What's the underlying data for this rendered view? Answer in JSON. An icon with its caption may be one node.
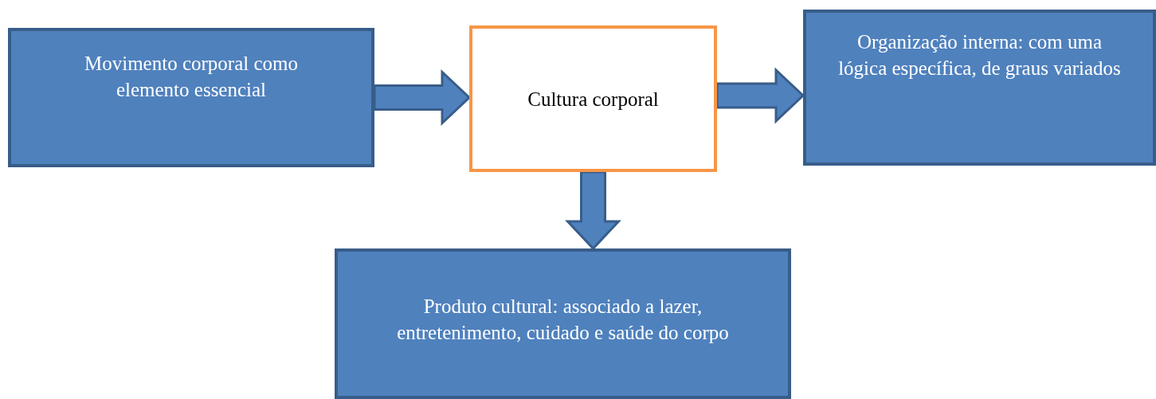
{
  "diagram": {
    "nodes": [
      {
        "text": [
          "Movimento corporal como elemento essencial"
        ]
      },
      {
        "text": [
          "Cultura corporal"
        ]
      },
      {
        "text": [
          "Organização interna: com uma lógica específica, de graus variados"
        ]
      },
      {
        "text": [
          "Produto cultural: associado a lazer, entretenimento, cuidado e saúde do corpo"
        ]
      }
    ],
    "edges": [
      {
        "from": 0,
        "to": 1,
        "arrow": "to"
      },
      {
        "from": 1,
        "to": 2,
        "arrow": "to"
      },
      {
        "from": 1,
        "to": 3,
        "arrow": "to"
      }
    ]
  }
}
